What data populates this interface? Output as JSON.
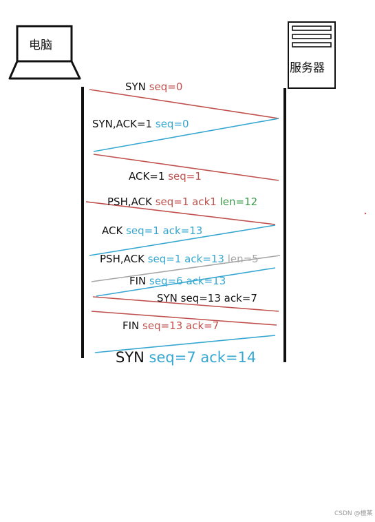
{
  "colors": {
    "black": "#111111",
    "red": "#c0504d",
    "blue": "#35a7d1",
    "green": "#3a9a4a",
    "gray": "#a6a6a6"
  },
  "nodes": {
    "client_label": "电脑",
    "server_label": "服务器"
  },
  "messages": [
    {
      "direction": "client-to-server",
      "line_color": "red",
      "parts": [
        {
          "text": "SYN ",
          "color": "black"
        },
        {
          "text": "seq=0",
          "color": "red"
        }
      ]
    },
    {
      "direction": "server-to-client",
      "line_color": "blue",
      "parts": [
        {
          "text": "SYN,ACK=1 ",
          "color": "black"
        },
        {
          "text": "seq=0",
          "color": "blue"
        }
      ]
    },
    {
      "direction": "client-to-server",
      "line_color": "red",
      "parts": [
        {
          "text": "ACK=1 ",
          "color": "black"
        },
        {
          "text": "seq=1",
          "color": "red"
        }
      ]
    },
    {
      "direction": "client-to-server",
      "line_color": "red",
      "parts": [
        {
          "text": "PSH,ACK ",
          "color": "black"
        },
        {
          "text": "seq=1 ack1 ",
          "color": "red"
        },
        {
          "text": "len=12",
          "color": "green"
        }
      ]
    },
    {
      "direction": "server-to-client",
      "line_color": "blue",
      "parts": [
        {
          "text": "ACK ",
          "color": "black"
        },
        {
          "text": "seq=1 ack=13",
          "color": "blue"
        }
      ]
    },
    {
      "direction": "server-to-client",
      "line_color": "gray",
      "parts": [
        {
          "text": "PSH,ACK ",
          "color": "black"
        },
        {
          "text": "seq=1 ack=13 ",
          "color": "blue"
        },
        {
          "text": "len=5",
          "color": "gray"
        }
      ]
    },
    {
      "direction": "server-to-client",
      "line_color": "blue",
      "parts": [
        {
          "text": "FIN ",
          "color": "black"
        },
        {
          "text": "seq=6 ack=13",
          "color": "blue"
        }
      ]
    },
    {
      "direction": "client-to-server",
      "line_color": "red",
      "parts": [
        {
          "text": "SYN seq=13 ack=7",
          "color": "black"
        }
      ]
    },
    {
      "direction": "client-to-server",
      "line_color": "red",
      "parts": [
        {
          "text": "FIN ",
          "color": "black"
        },
        {
          "text": "seq=13 ack=7",
          "color": "red"
        }
      ]
    },
    {
      "direction": "server-to-client",
      "line_color": "blue",
      "parts": [
        {
          "text": "SYN ",
          "color": "black"
        },
        {
          "text": "seq=7 ack=14",
          "color": "blue"
        }
      ]
    }
  ],
  "watermark": "CSDN @檀某"
}
